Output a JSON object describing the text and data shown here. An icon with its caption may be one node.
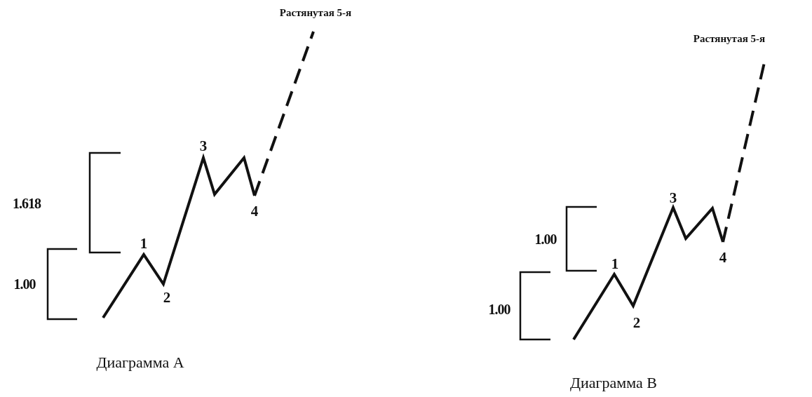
{
  "diagram": {
    "labels": [
      "Растянутая 5-я",
      "3",
      "1.618",
      "4",
      "1",
      "1.00",
      "2",
      "Диаграмма А",
      "Растянутая 5-я",
      "3",
      "1.00",
      "4",
      "1",
      "1.00",
      "2",
      "Диаграмма В"
    ]
  }
}
